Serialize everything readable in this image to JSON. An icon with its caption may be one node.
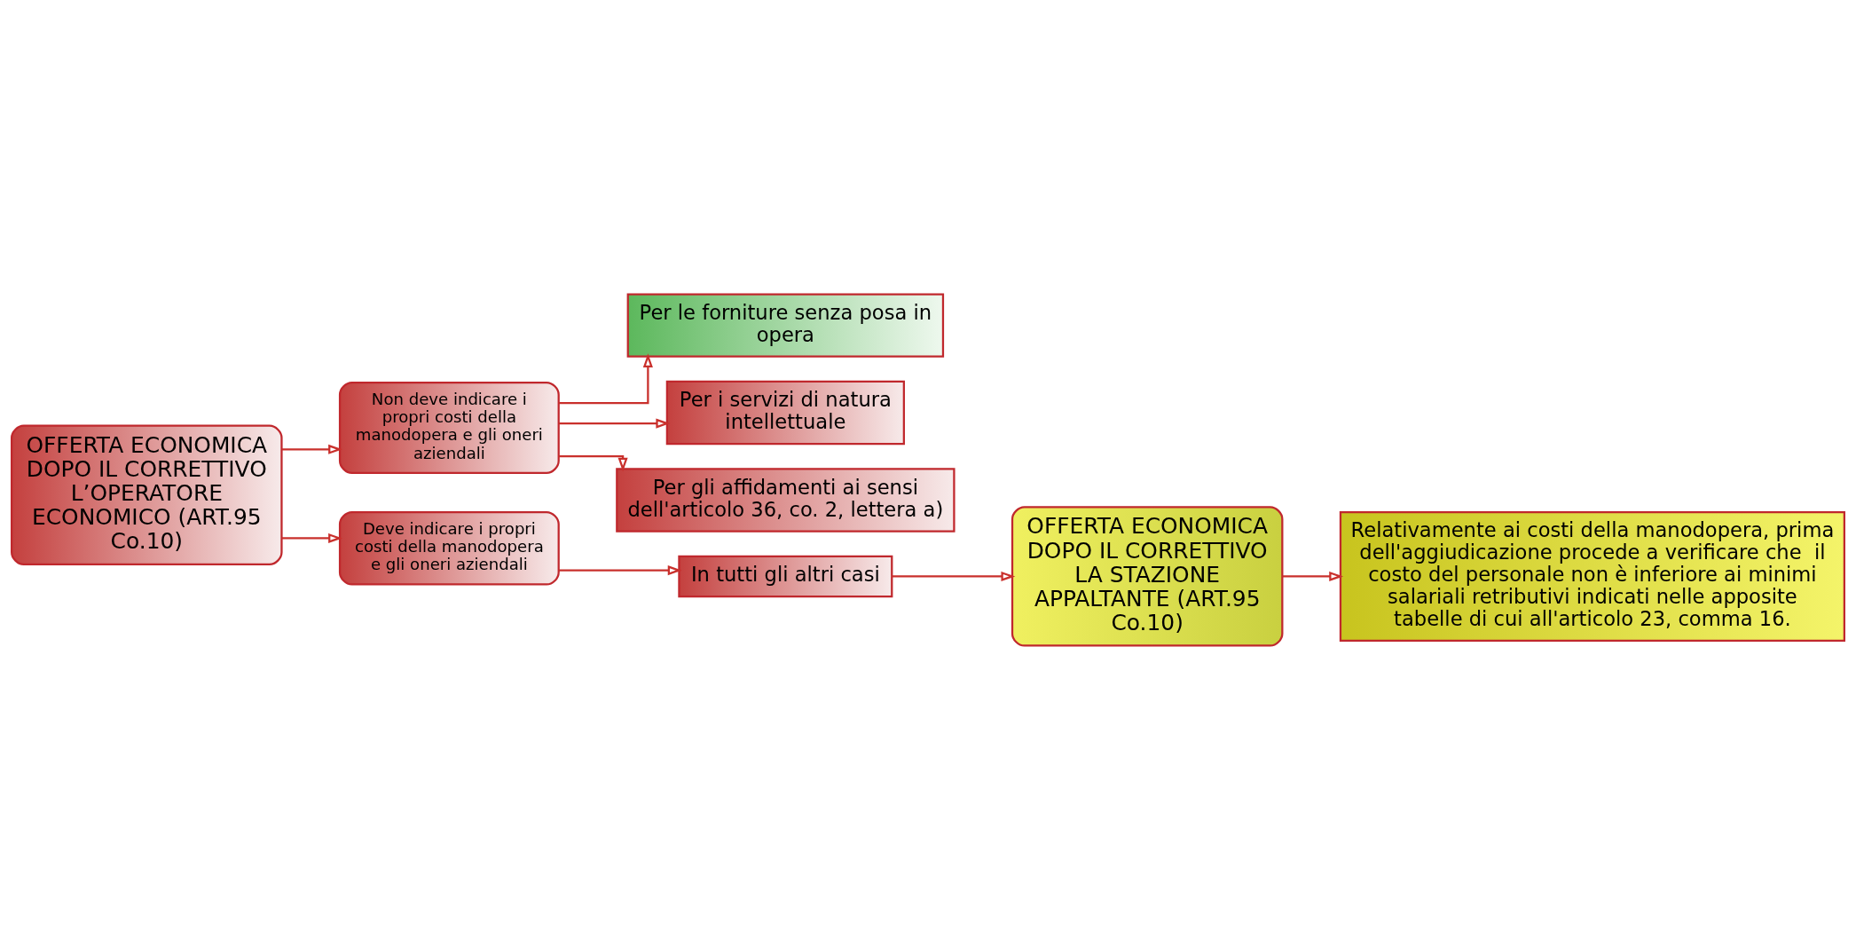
{
  "diagram": {
    "nodes": [
      {
        "text": [
          "OFFERTA ECONOMICA DOPO IL CORRETTIVO L’OPERATORE ECONOMICO (ART.95 Co.10)"
        ]
      },
      {
        "text": [
          "Non deve indicare i propri costi della manodopera e gli oneri aziendali"
        ]
      },
      {
        "text": [
          "Per le forniture senza posa in opera"
        ]
      },
      {
        "text": [
          "Per i servizi di natura intellettuale"
        ]
      },
      {
        "text": [
          "Per gli affidamenti ai sensi dell'articolo 36, co. 2, lettera a)"
        ]
      },
      {
        "text": [
          "Deve indicare i propri costi della manodopera e gli oneri aziendali"
        ]
      },
      {
        "text": [
          "In tutti gli altri casi"
        ]
      },
      {
        "text": [
          "OFFERTA ECONOMICA DOPO IL CORRETTIVO LA STAZIONE APPALTANTE (ART.95 Co.10)"
        ]
      },
      {
        "text": [
          "Relativamente ai costi della manodopera, prima dell'aggiudicazione procede a verificare che  il costo del personale non è inferiore ai minimi salariali retributivi indicati nelle apposite tabelle di cui all'articolo 23, comma 16."
        ]
      }
    ],
    "edges": [
      {
        "from": 0,
        "to": 1,
        "arrow": "to"
      },
      {
        "from": 1,
        "to": 2,
        "arrow": "to"
      },
      {
        "from": 1,
        "to": 3,
        "arrow": "to"
      },
      {
        "from": 1,
        "to": 4,
        "arrow": "to"
      },
      {
        "from": 0,
        "to": 5,
        "arrow": "to"
      },
      {
        "from": 5,
        "to": 6,
        "arrow": "to"
      },
      {
        "from": 6,
        "to": 7,
        "arrow": "to"
      },
      {
        "from": 7,
        "to": 8,
        "arrow": "to"
      }
    ]
  }
}
